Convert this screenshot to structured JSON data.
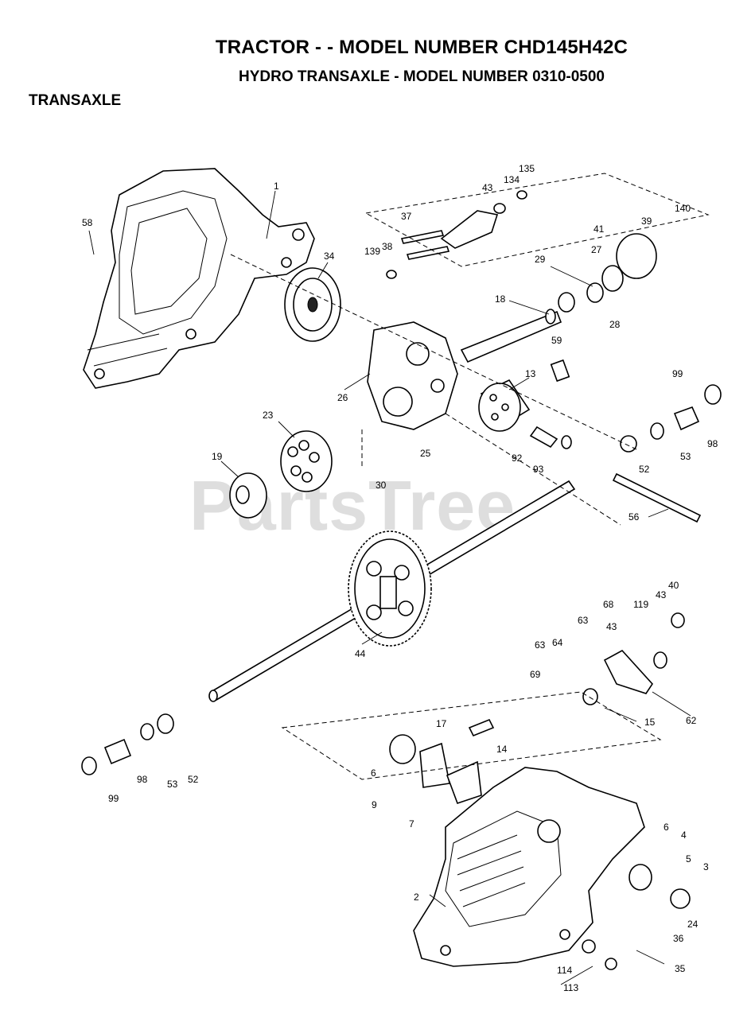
{
  "header": {
    "title": "TRACTOR - - MODEL NUMBER CHD145H42C",
    "subtitle": "HYDRO TRANSAXLE - MODEL NUMBER 0310-0500"
  },
  "section_label": "TRANSAXLE",
  "watermark": "PartsTree",
  "callouts": [
    "135",
    "134",
    "43",
    "37",
    "38",
    "139",
    "1",
    "58",
    "34",
    "140",
    "39",
    "41",
    "27",
    "29",
    "18",
    "28",
    "59",
    "26",
    "13",
    "99",
    "98",
    "23",
    "25",
    "53",
    "52",
    "92",
    "93",
    "19",
    "30",
    "56",
    "44",
    "40",
    "43",
    "119",
    "68",
    "63",
    "43",
    "63",
    "64",
    "69",
    "62",
    "15",
    "17",
    "14",
    "6",
    "9",
    "7",
    "99",
    "98",
    "53",
    "52",
    "6",
    "4",
    "5",
    "3",
    "2",
    "24",
    "36",
    "35",
    "114",
    "113"
  ]
}
